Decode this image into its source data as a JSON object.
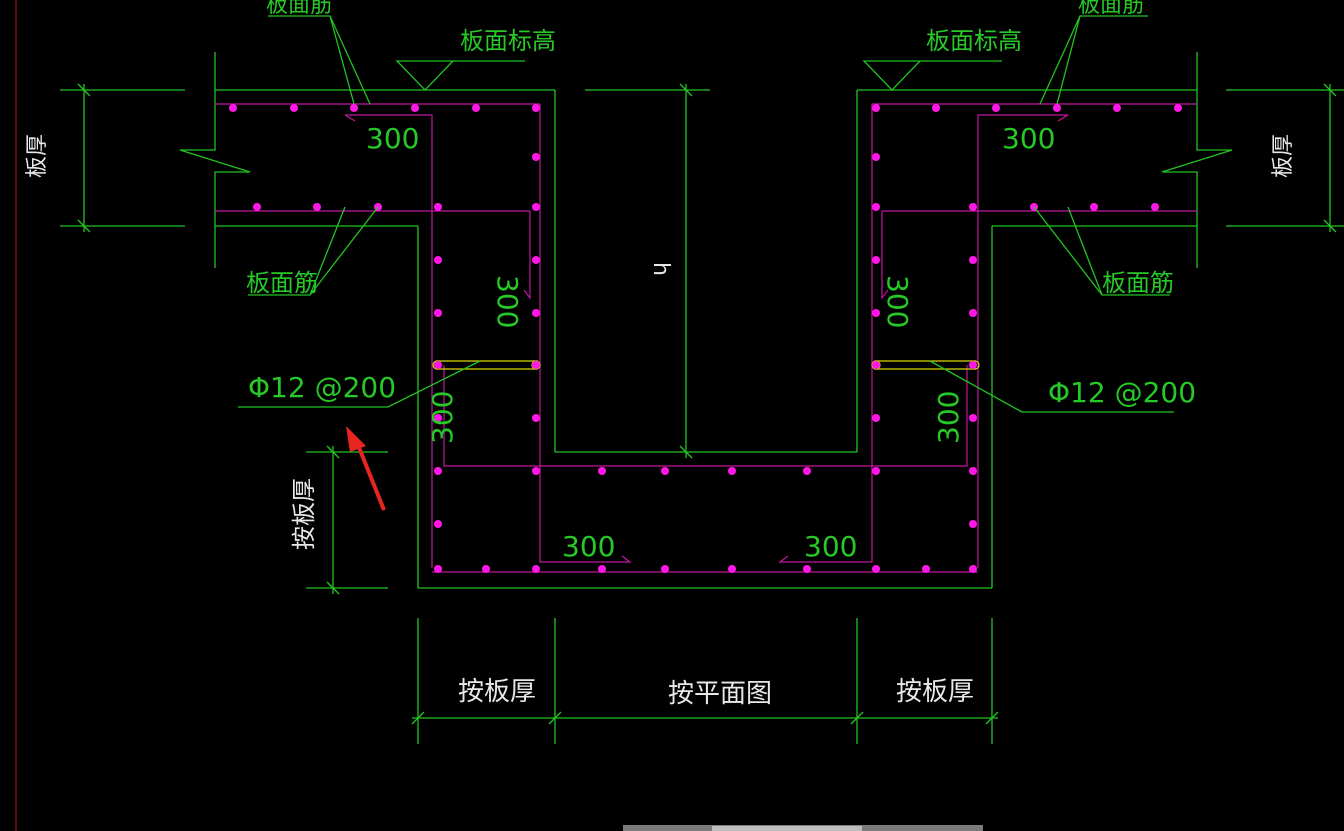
{
  "labels": {
    "slab_top_rebar": "板面筋",
    "slab_top_elevation": "板面标高",
    "slab_thickness": "板厚",
    "per_slab_thickness": "按板厚",
    "per_plan": "按平面图",
    "rebar_spec": "Φ12 @200",
    "dim_300": "300",
    "dim_h": "h"
  },
  "colors": {
    "background": "#000000",
    "lines": "#22c322",
    "rebar": "#c0179f",
    "rebar_dots": "#ff17e8",
    "stirrup_hook": "#d8d800",
    "arrow": "#e8261f",
    "dimension_text": "#e8e8e8"
  },
  "icons": {
    "pointer": "red-arrow-icon",
    "elevation_marker": "triangle-elevation-icon"
  }
}
